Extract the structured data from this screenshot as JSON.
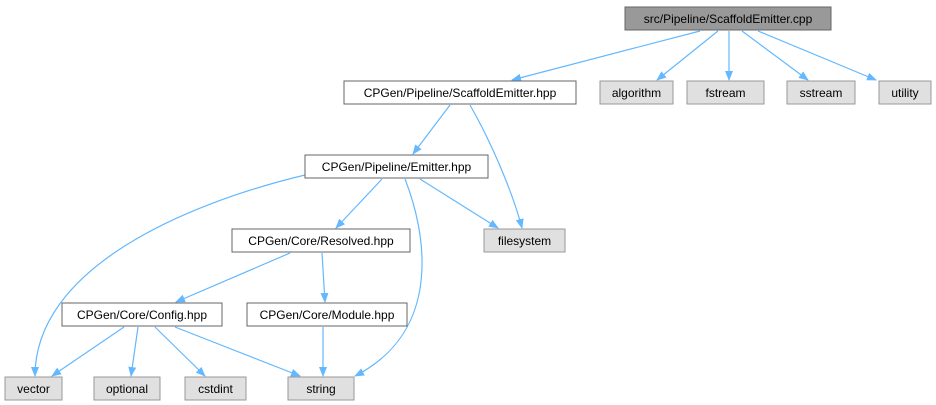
{
  "colors": {
    "edge": "#63b8ff",
    "root_fill": "#999999",
    "root_border": "#666666",
    "project_fill": "#ffffff",
    "project_border": "#666666",
    "system_fill": "#e0e0e0",
    "system_border": "#999999"
  },
  "nodes": [
    {
      "id": "root",
      "label": "src/Pipeline/ScaffoldEmitter.cpp",
      "kind": "root"
    },
    {
      "id": "scaffold",
      "label": "CPGen/Pipeline/ScaffoldEmitter.hpp",
      "kind": "project"
    },
    {
      "id": "algorithm",
      "label": "algorithm",
      "kind": "system"
    },
    {
      "id": "fstream",
      "label": "fstream",
      "kind": "system"
    },
    {
      "id": "sstream",
      "label": "sstream",
      "kind": "system"
    },
    {
      "id": "utility",
      "label": "utility",
      "kind": "system"
    },
    {
      "id": "emitter",
      "label": "CPGen/Pipeline/Emitter.hpp",
      "kind": "project"
    },
    {
      "id": "filesystem",
      "label": "filesystem",
      "kind": "system"
    },
    {
      "id": "resolved",
      "label": "CPGen/Core/Resolved.hpp",
      "kind": "project"
    },
    {
      "id": "config",
      "label": "CPGen/Core/Config.hpp",
      "kind": "project"
    },
    {
      "id": "module",
      "label": "CPGen/Core/Module.hpp",
      "kind": "project"
    },
    {
      "id": "vector",
      "label": "vector",
      "kind": "system"
    },
    {
      "id": "optional",
      "label": "optional",
      "kind": "system"
    },
    {
      "id": "cstdint",
      "label": "cstdint",
      "kind": "system"
    },
    {
      "id": "string",
      "label": "string",
      "kind": "system"
    }
  ],
  "edges": [
    {
      "from": "root",
      "to": "scaffold"
    },
    {
      "from": "root",
      "to": "algorithm"
    },
    {
      "from": "root",
      "to": "fstream"
    },
    {
      "from": "root",
      "to": "sstream"
    },
    {
      "from": "root",
      "to": "utility"
    },
    {
      "from": "scaffold",
      "to": "emitter"
    },
    {
      "from": "scaffold",
      "to": "filesystem"
    },
    {
      "from": "emitter",
      "to": "vector"
    },
    {
      "from": "emitter",
      "to": "resolved"
    },
    {
      "from": "emitter",
      "to": "filesystem"
    },
    {
      "from": "emitter",
      "to": "string"
    },
    {
      "from": "resolved",
      "to": "config"
    },
    {
      "from": "resolved",
      "to": "module"
    },
    {
      "from": "config",
      "to": "vector"
    },
    {
      "from": "config",
      "to": "optional"
    },
    {
      "from": "config",
      "to": "cstdint"
    },
    {
      "from": "config",
      "to": "string"
    },
    {
      "from": "module",
      "to": "string"
    }
  ]
}
